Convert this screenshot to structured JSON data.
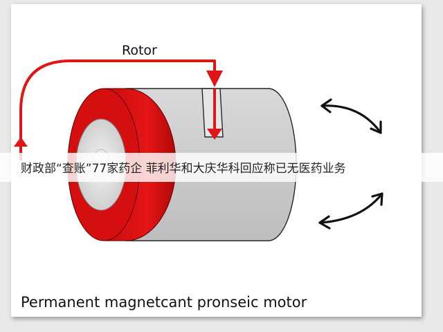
{
  "diagram": {
    "rotor_label": "Rotor",
    "caption": "Permanent magnetcant pronseic motor"
  },
  "overlay": {
    "banner_text": "财政部“查账”77家药企 菲利华和大庆华科回应称已无医药业务"
  },
  "colors": {
    "stator_red": "#d50f0f",
    "stator_red_dark": "#b20808",
    "rotor_gray": "#cfcfcf",
    "arrow_red": "#e01515",
    "outline": "#222222"
  }
}
